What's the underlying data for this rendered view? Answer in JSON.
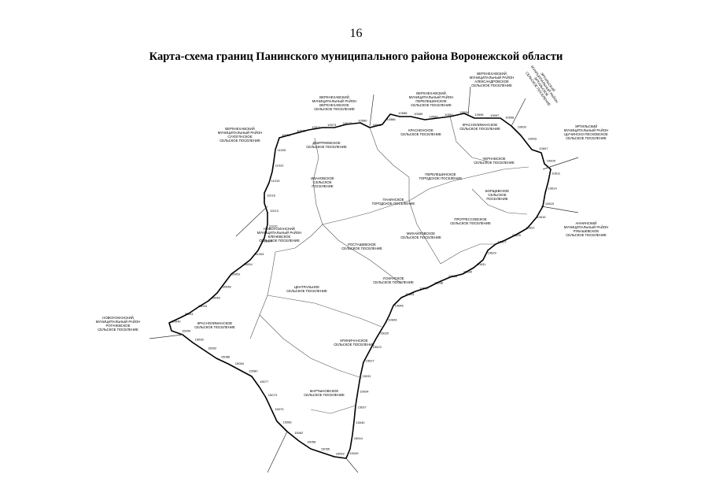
{
  "page_number": "16",
  "title": "Карта-схема границ Панинского муниципального района Воронежской области",
  "internal_settlements": [
    {
      "key": "ivanovskoe",
      "lines": [
        "ИВАНОВСКОЕ",
        "СЕЛЬСКОЕ",
        "ПОСЕЛЕНИЕ"
      ]
    },
    {
      "key": "dmitrievskoe",
      "lines": [
        "ДМИТРИЕВСКОЕ",
        "СЕЛЬСКОЕ ПОСЕЛЕНИЕ"
      ]
    },
    {
      "key": "krasnenskoe",
      "lines": [
        "КРАСНЕНСКОЕ",
        "СЕЛЬСКОЕ ПОСЕЛЕНИЕ"
      ]
    },
    {
      "key": "krasnolimanskoe",
      "lines": [
        "КРАСНОЛИМАНСКОЕ",
        "СЕЛЬСКОЕ ПОСЕЛЕНИЕ"
      ]
    },
    {
      "key": "chernavskoe",
      "lines": [
        "ЧЕРНАВСКОЕ",
        "СЕЛЬСКОЕ ПОСЕЛЕНИЕ"
      ]
    },
    {
      "key": "pereleshinskoe",
      "lines": [
        "ПЕРЕЛЕШИНСКОЕ",
        "ГОРОДСКОЕ ПОСЕЛЕНИЕ"
      ]
    },
    {
      "key": "paninskoe",
      "lines": [
        "ПАНИНСКОЕ",
        "ГОРОДСКОЕ ПОСЕЛЕНИЕ"
      ]
    },
    {
      "key": "borshchevskoe",
      "lines": [
        "БОРЩЕВСКОЕ",
        "СЕЛЬСКОЕ",
        "ПОСЕЛЕНИЕ"
      ]
    },
    {
      "key": "progresskoe",
      "lines": [
        "ПРОГРЕССОВСКОЕ",
        "СЕЛЬСКОЕ ПОСЕЛЕНИЕ"
      ]
    },
    {
      "key": "mikhailovskoe",
      "lines": [
        "МИХАЙЛОВСКОЕ",
        "СЕЛЬСКОЕ ПОСЕЛЕНИЕ"
      ]
    },
    {
      "key": "rostashevskoe",
      "lines": [
        "РОСТАШЕВСКОЕ",
        "СЕЛЬСКОЕ ПОСЕЛЕНИЕ"
      ]
    },
    {
      "key": "usmanskoe",
      "lines": [
        "УСМАНСКОЕ",
        "СЕЛЬСКОЕ ПОСЕЛЕНИЕ"
      ]
    },
    {
      "key": "tsentralskoe",
      "lines": [
        "ЦЕНТРАЛЬНОЕ",
        "СЕЛЬСКОЕ ПОСЕЛЕНИЕ"
      ]
    },
    {
      "key": "krinichanskoe",
      "lines": [
        "КРИНИЧАНСКОЕ",
        "СЕЛЬСКОЕ ПОСЕЛЕНИЕ"
      ]
    },
    {
      "key": "martynovskoe",
      "lines": [
        "МАРТЫНОВСКОЕ",
        "СЕЛЬСКОЕ ПОСЕЛЕНИЕ"
      ]
    },
    {
      "key": "krasnolimanskoe2",
      "lines": [
        "КРАСНОЛИМАНСКОЕ",
        "СЕЛЬСКОЕ ПОСЕЛЕНИЕ"
      ]
    }
  ],
  "neighbors": [
    {
      "key": "verkhnekhav_1",
      "lines": [
        "ВЕРХНЕХАВСКИЙ",
        "МУНИЦИПАЛЬНЫЙ РАЙОН",
        "ВЕРХНЕХАВСКОЕ",
        "СЕЛЬСКОЕ ПОСЕЛЕНИЕ"
      ]
    },
    {
      "key": "verkhnekhav_2",
      "lines": [
        "ВЕРХНЕХАВСКИЙ",
        "МУНИЦИПАЛЬНЫЙ РАЙОН",
        "ПЕРЕЛЕШИНСКОЕ",
        "СЕЛЬСКОЕ ПОСЕЛЕНИЕ"
      ]
    },
    {
      "key": "verkhnekhav_3",
      "lines": [
        "ВЕРХНЕХАВСКИЙ",
        "МУНИЦИПАЛЬНЫЙ РАЙОН",
        "АЛЕКСАНДРОВСКОЕ",
        "СЕЛЬСКОЕ ПОСЕЛЕНИЕ"
      ]
    },
    {
      "key": "verkhnekhav_4",
      "lines": [
        "ВЕРХНЕХАВСКИЙ",
        "МУНИЦИПАЛЬНЫЙ РАЙОН",
        "СУХОГЛАСКОЕ",
        "СЕЛЬСКОЕ ПОСЕЛЕНИЕ"
      ]
    },
    {
      "key": "ertil_1",
      "lines": [
        "ЭРТИЛЬСКИЙ",
        "МУНИЦИПАЛЬНЫЙ РАЙОН",
        "ЭРТИЛЬСКОЕ",
        "СЕЛЬСКОЕ ПОСЕЛЕНИЕ"
      ]
    },
    {
      "key": "ertil_2",
      "lines": [
        "ЭРТИЛЬСКИЙ",
        "МУНИЦИПАЛЬНЫЙ РАЙОН",
        "ЩУЧИНСКО-ПЕСКОВСКОЕ",
        "СЕЛЬСКОЕ ПОСЕЛЕНИЕ"
      ]
    },
    {
      "key": "anninsky_1",
      "lines": [
        "АННИНСКИЙ",
        "МУНИЦИПАЛЬНЫЙ РАЙОН",
        "РУБАШЕВСКОЕ",
        "СЕЛЬСКОЕ ПОСЕЛЕНИЕ"
      ]
    },
    {
      "key": "novousman_1",
      "lines": [
        "НОВОУСМАНСКИЙ",
        "МУНИЦИПАЛЬНЫЙ РАЙОН",
        "КЛЕНЕВСКОЕ",
        "СЕЛЬСКОЕ ПОСЕЛЕНИЕ"
      ]
    },
    {
      "key": "novousman_2",
      "lines": [
        "НОВОУСМАНСКИЙ",
        "МУНИЦИПАЛЬНЫЙ РАЙОН",
        "РОГАЧЕВСКОЕ",
        "СЕЛЬСКОЕ ПОСЕЛЕНИЕ"
      ]
    }
  ],
  "boundary_codes": [
    "10050",
    "10570",
    "10571",
    "10573",
    "10577",
    "10580",
    "10582",
    "10586",
    "10588",
    "10589",
    "10590",
    "10591",
    "10594",
    "10595",
    "10597",
    "10598",
    "10600",
    "10603",
    "10607",
    "10609",
    "10611",
    "10614",
    "10615",
    "10619",
    "10622",
    "10625",
    "10627",
    "10629",
    "10631",
    "10634",
    "10636",
    "10638",
    "10640",
    "10643",
    "10646",
    "10649",
    "15020",
    "15023",
    "15027",
    "15031",
    "15034",
    "15037",
    "15040",
    "15044",
    "15049",
    "15052",
    "15055",
    "15058",
    "15062",
    "15066",
    "15070",
    "15073",
    "15077",
    "15080",
    "15084",
    "15088",
    "15092",
    "15095",
    "15099",
    "30040",
    "30041",
    "30043",
    "30046",
    "30048",
    "30051",
    "30054",
    "11004",
    "11007",
    "11010",
    "11013",
    "11016",
    "11019",
    "11022",
    "11025"
  ]
}
